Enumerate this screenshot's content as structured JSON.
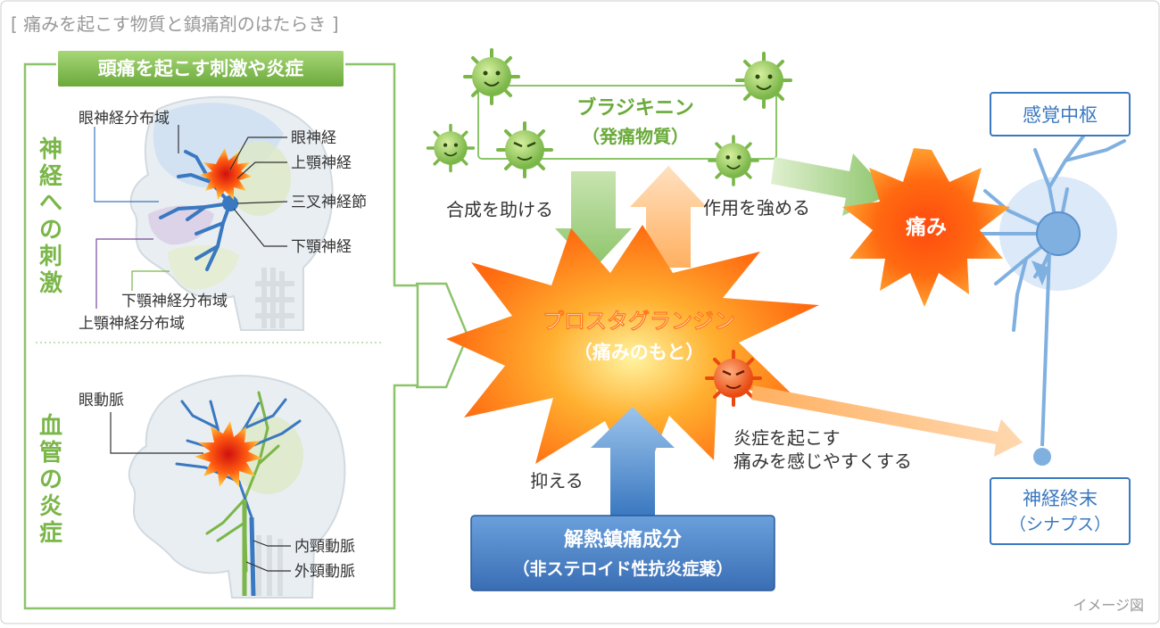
{
  "header": {
    "title": "[ 痛みを起こす物質と鎮痛剤のはたらき ]"
  },
  "left_panel": {
    "badge": "頭痛を起こす刺激や炎症",
    "nerve_section": {
      "vertical_label": [
        "神",
        "経",
        "へ",
        "の",
        "刺",
        "激"
      ],
      "labels": {
        "ophthalmic_area": "眼神経分布域",
        "ophthalmic_nerve": "眼神経",
        "maxillary_nerve": "上顎神経",
        "trigeminal_ganglion": "三叉神経節",
        "mandibular_nerve": "下顎神経",
        "mandibular_area": "下顎神経分布域",
        "maxillary_area": "上顎神経分布域"
      }
    },
    "vessel_section": {
      "vertical_label": [
        "血",
        "管",
        "の",
        "炎",
        "症"
      ],
      "labels": {
        "ophthalmic_artery": "眼動脈",
        "internal_carotid": "内頸動脈",
        "external_carotid": "外頸動脈"
      }
    }
  },
  "center": {
    "bradykinin": {
      "name": "ブラジキニン",
      "sub": "（発痛物質）"
    },
    "prostaglandin": {
      "name": "プロスタグランジン",
      "sub": "（痛みのもと）"
    },
    "synthesis_label": "合成を助ける",
    "enhance_label": "作用を強める",
    "inflammation_label": [
      "炎症を起こす",
      "痛みを感じやすくする"
    ],
    "suppress_label": "抑える",
    "analgesic": {
      "name": "解熱鎮痛成分",
      "sub": "（非ステロイド性抗炎症薬）"
    }
  },
  "right": {
    "pain_label": "痛み",
    "sensory_center": "感覚中枢",
    "nerve_ending": {
      "name": "神経終末",
      "sub": "（シナプス）"
    }
  },
  "footer": {
    "note": "イメージ図"
  },
  "colors": {
    "green": "#7ab648",
    "dark_green": "#5a9a2e",
    "orange": "#ff7a1a",
    "red": "#e53a10",
    "blue": "#3a78c0",
    "light_blue": "#7fb0e0",
    "peach": "#ffc58a",
    "gray_text": "#444444"
  }
}
